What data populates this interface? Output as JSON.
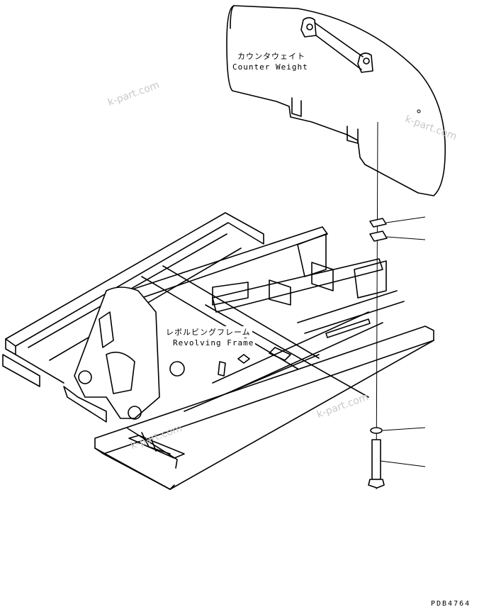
{
  "labels": {
    "counterweight_jp": "カウンタウェイト",
    "counterweight_en": "Counter Weight",
    "frame_jp": "レボルビングフレーム",
    "frame_en": "Revolving Frame"
  },
  "watermark": "k-part.com",
  "drawing_code": "PDB4764",
  "colors": {
    "line": "#000000",
    "watermark": "#c8c8c8"
  }
}
